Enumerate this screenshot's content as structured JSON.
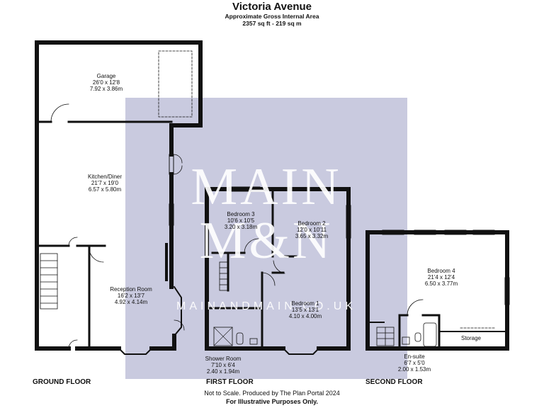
{
  "header": {
    "title": "Victoria Avenue",
    "subtitle": "Approximate Gross Internal Area",
    "area": "2357 sq ft - 219 sq m"
  },
  "watermark": {
    "line1": "MAIN",
    "line2": "M&N",
    "url": "MAINANDMAIN.CO.UK",
    "color": "#c9cadf"
  },
  "rooms": {
    "garage": {
      "name": "Garage",
      "imperial": "26'0 x 12'8",
      "metric": "7.92 x 3.86m"
    },
    "kitchen": {
      "name": "Kitchen/Diner",
      "imperial": "21'7 x 19'0",
      "metric": "6.57 x 5.80m"
    },
    "reception": {
      "name": "Reception Room",
      "imperial": "16'2 x 13'7",
      "metric": "4.92 x 4.14m"
    },
    "bedroom3": {
      "name": "Bedroom 3",
      "imperial": "10'6 x 10'5",
      "metric": "3.20 x 3.18m"
    },
    "bedroom2": {
      "name": "Bedroom 2",
      "imperial": "12'0 x 10'11",
      "metric": "3.65 x 3.32m"
    },
    "bedroom1": {
      "name": "Bedroom 1",
      "imperial": "13'5 x 13'1",
      "metric": "4.10 x 4.00m"
    },
    "shower": {
      "name": "Shower Room",
      "imperial": "7'10 x 6'4",
      "metric": "2.40 x 1.94m"
    },
    "bedroom4": {
      "name": "Bedroom 4",
      "imperial": "21'4 x 12'4",
      "metric": "6.50 x 3.77m"
    },
    "storage": {
      "name": "Storage"
    },
    "ensuite": {
      "name": "En-suite",
      "imperial": "6'7 x 5'0",
      "metric": "2.00 x 1.53m"
    }
  },
  "floors": {
    "ground": "GROUND FLOOR",
    "first": "FIRST FLOOR",
    "second": "SECOND FLOOR"
  },
  "footer": {
    "line1": "Not to Scale. Produced by The Plan Portal 2024",
    "line2": "For Illustrative Purposes Only."
  }
}
